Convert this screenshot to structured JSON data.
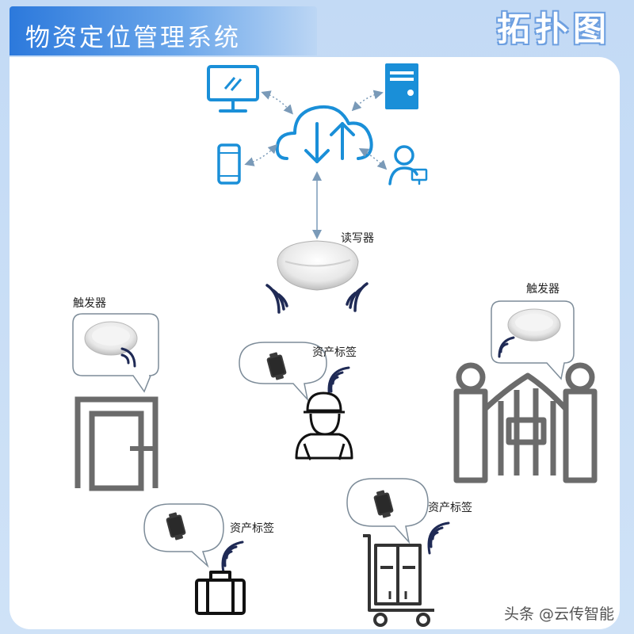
{
  "header": {
    "title": "物资定位管理系统",
    "badge": "拓扑图"
  },
  "labels": {
    "reader": "读写器",
    "trigger_left": "触发器",
    "trigger_right": "触发器",
    "tag_worker": "资产标签",
    "tag_suitcase": "资产标签",
    "tag_cart": "资产标签"
  },
  "watermark": "头条 @云传智能",
  "colors": {
    "accent_blue": "#1a8fd8",
    "connector": "#7a9ab8",
    "device_gray": "#6b6b6b",
    "wave_navy": "#1f2a55",
    "bubble_stroke": "#7d8c99",
    "header_blue": "#2c79dc"
  },
  "icons": [
    "monitor-icon",
    "server-icon",
    "cloud-sync-icon",
    "phone-icon",
    "user-computer-icon",
    "rfid-reader-icon",
    "wifi-signal-icon",
    "door-icon",
    "turnstile-gate-icon",
    "worker-icon",
    "suitcase-icon",
    "cart-cabinet-icon",
    "asset-tag-icon"
  ]
}
